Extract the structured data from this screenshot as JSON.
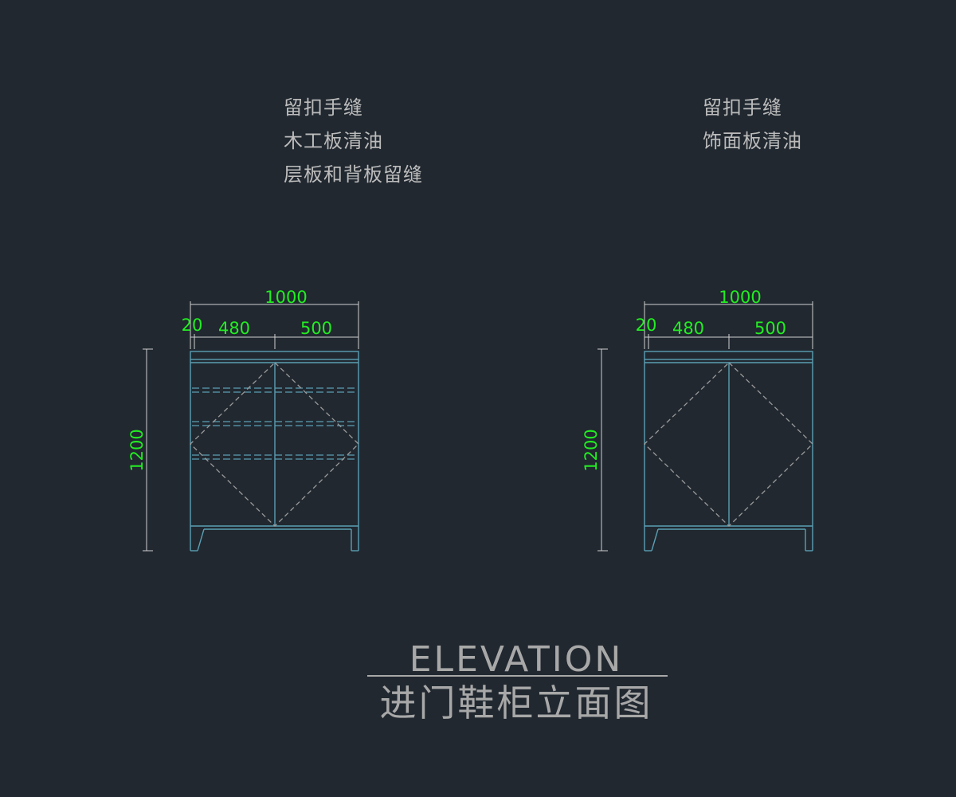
{
  "notes_left": [
    "留扣手缝",
    "木工板清油",
    "层板和背板留缝"
  ],
  "notes_right": [
    "留扣手缝",
    "饰面板清油"
  ],
  "left_elevation": {
    "total_width": "1000",
    "dim_edge": "20",
    "dim_mid": "480",
    "dim_right": "500",
    "height": "1200"
  },
  "right_elevation": {
    "total_width": "1000",
    "dim_edge": "20",
    "dim_mid": "480",
    "dim_right": "500",
    "height": "1200"
  },
  "title": {
    "english": "ELEVATION",
    "chinese": "进门鞋柜立面图"
  },
  "colors": {
    "background": "#212830",
    "dimension": "#22ee22",
    "cabinet": "#5b9fb3",
    "hidden_line": "#9a9a9a",
    "text": "#bcbcbc"
  }
}
